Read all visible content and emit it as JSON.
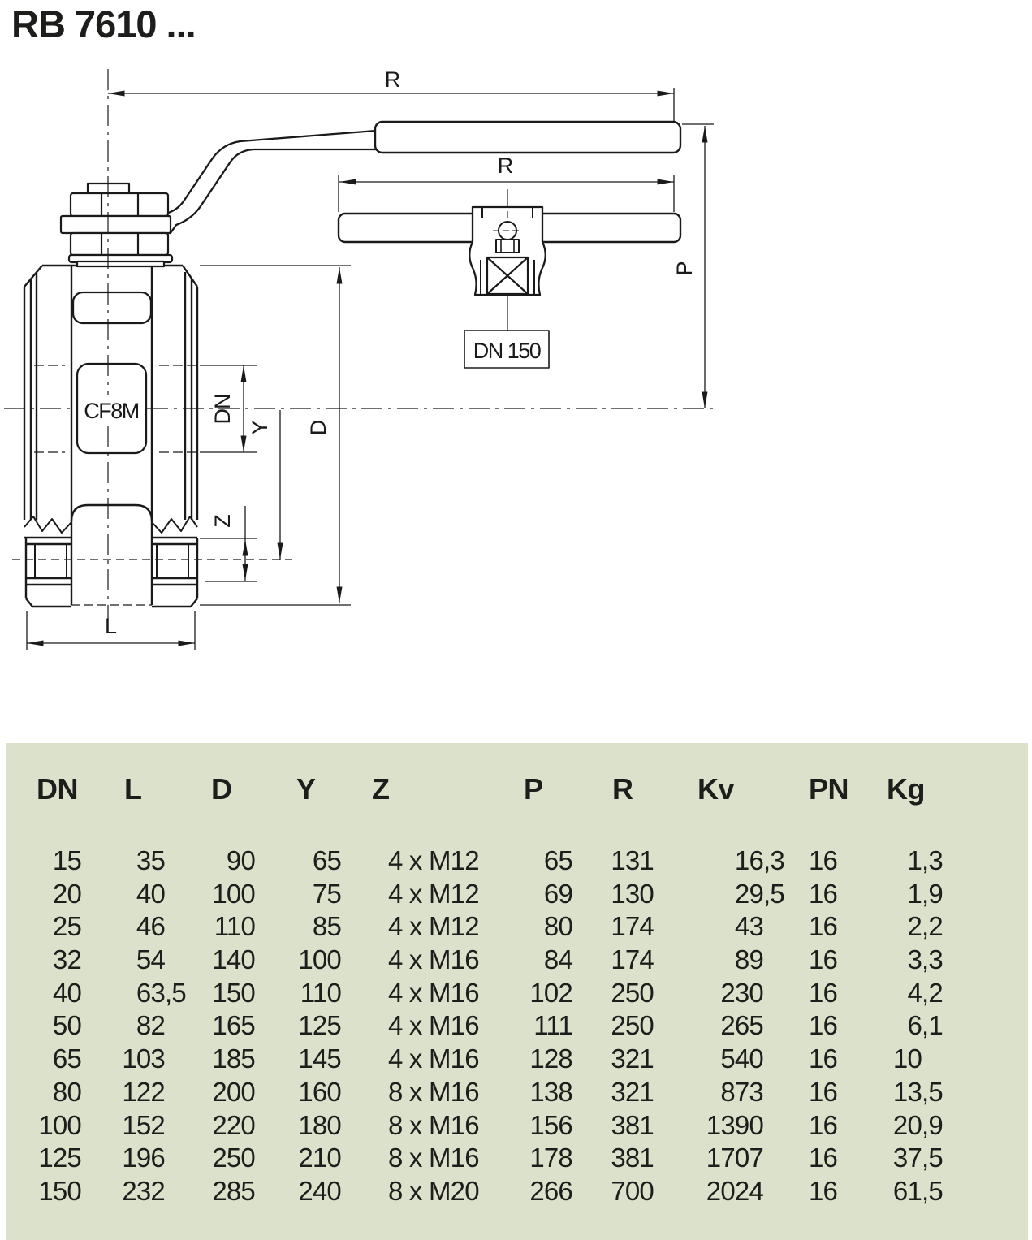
{
  "page": {
    "title": "RB 7610 ..."
  },
  "drawing": {
    "labels": {
      "r_top": "R",
      "r_mid": "R",
      "p": "P",
      "d": "D",
      "y": "Y",
      "dn": "DN",
      "z": "Z",
      "l": "L",
      "material": "CF8M",
      "callout": "DN 150"
    }
  },
  "table": {
    "background": "#dce1cc",
    "text_color": "#1d1d1b",
    "columns": [
      "DN",
      "L",
      "D",
      "Y",
      "Z",
      "P",
      "R",
      "Kv",
      "PN",
      "Kg"
    ],
    "rows": [
      [
        "15",
        "35",
        "90",
        "65",
        "4 x M12",
        "65",
        "131",
        "16,3",
        "16",
        "1,3"
      ],
      [
        "20",
        "40",
        "100",
        "75",
        "4 x M12",
        "69",
        "130",
        "29,5",
        "16",
        "1,9"
      ],
      [
        "25",
        "46",
        "110",
        "85",
        "4 x M12",
        "80",
        "174",
        "43",
        "16",
        "2,2"
      ],
      [
        "32",
        "54",
        "140",
        "100",
        "4 x M16",
        "84",
        "174",
        "89",
        "16",
        "3,3"
      ],
      [
        "40",
        "63,5",
        "150",
        "110",
        "4 x M16",
        "102",
        "250",
        "230",
        "16",
        "4,2"
      ],
      [
        "50",
        "82",
        "165",
        "125",
        "4 x M16",
        "111",
        "250",
        "265",
        "16",
        "6,1"
      ],
      [
        "65",
        "103",
        "185",
        "145",
        "4 x M16",
        "128",
        "321",
        "540",
        "16",
        "10"
      ],
      [
        "80",
        "122",
        "200",
        "160",
        "8 x M16",
        "138",
        "321",
        "873",
        "16",
        "13,5"
      ],
      [
        "100",
        "152",
        "220",
        "180",
        "8 x M16",
        "156",
        "381",
        "1390",
        "16",
        "20,9"
      ],
      [
        "125",
        "196",
        "250",
        "210",
        "8 x M16",
        "178",
        "381",
        "1707",
        "16",
        "37,5"
      ],
      [
        "150",
        "232",
        "285",
        "240",
        "8 x M20",
        "266",
        "700",
        "2024",
        "16",
        "61,5"
      ]
    ]
  }
}
